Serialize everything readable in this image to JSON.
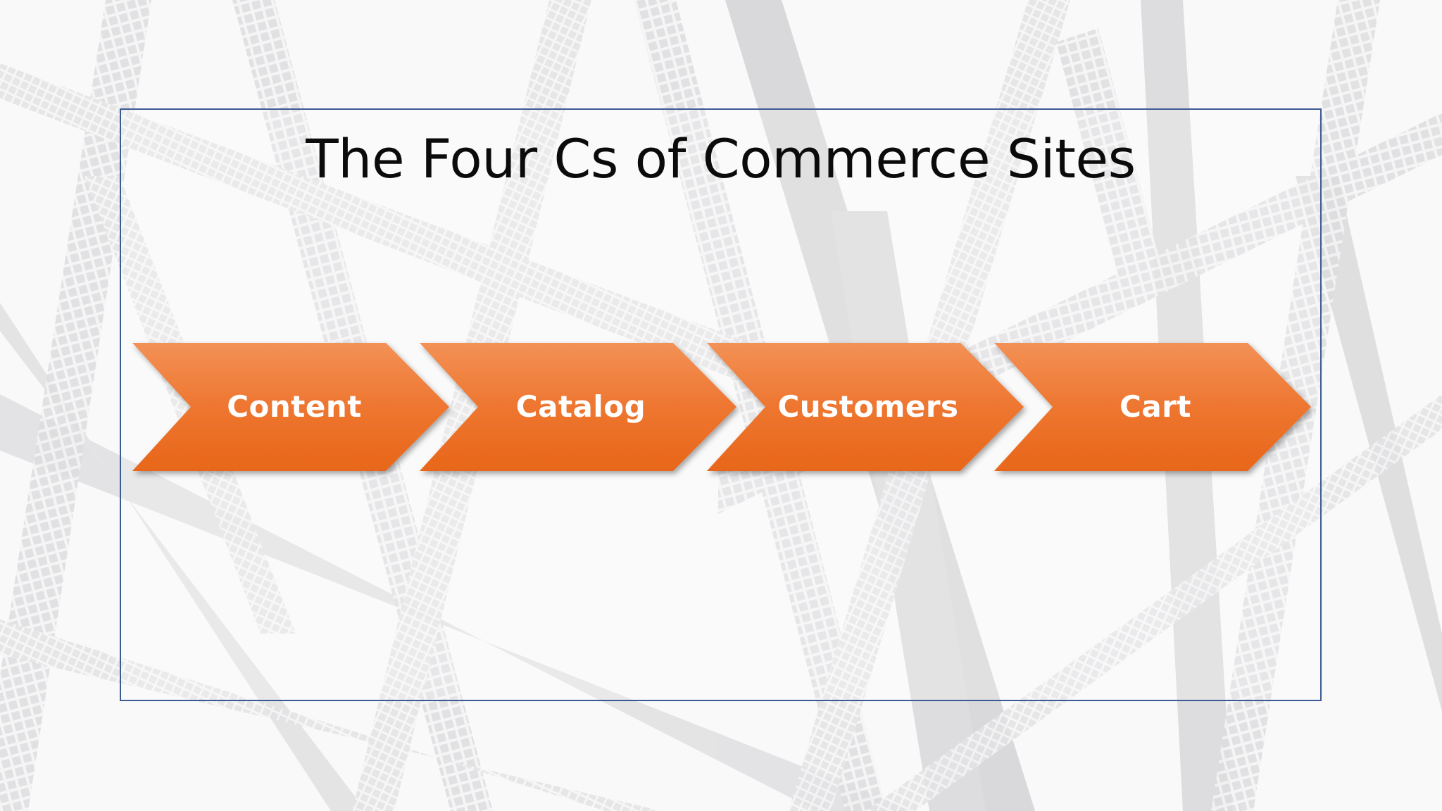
{
  "slide": {
    "title": "The Four Cs of Commerce Sites"
  },
  "process": {
    "steps": [
      {
        "label": "Content"
      },
      {
        "label": "Catalog"
      },
      {
        "label": "Customers"
      },
      {
        "label": "Cart"
      }
    ],
    "colors": {
      "fill_top": "#f39156",
      "fill_bottom": "#e8661a",
      "text": "#ffffff",
      "frame": "#3d5a96"
    }
  }
}
